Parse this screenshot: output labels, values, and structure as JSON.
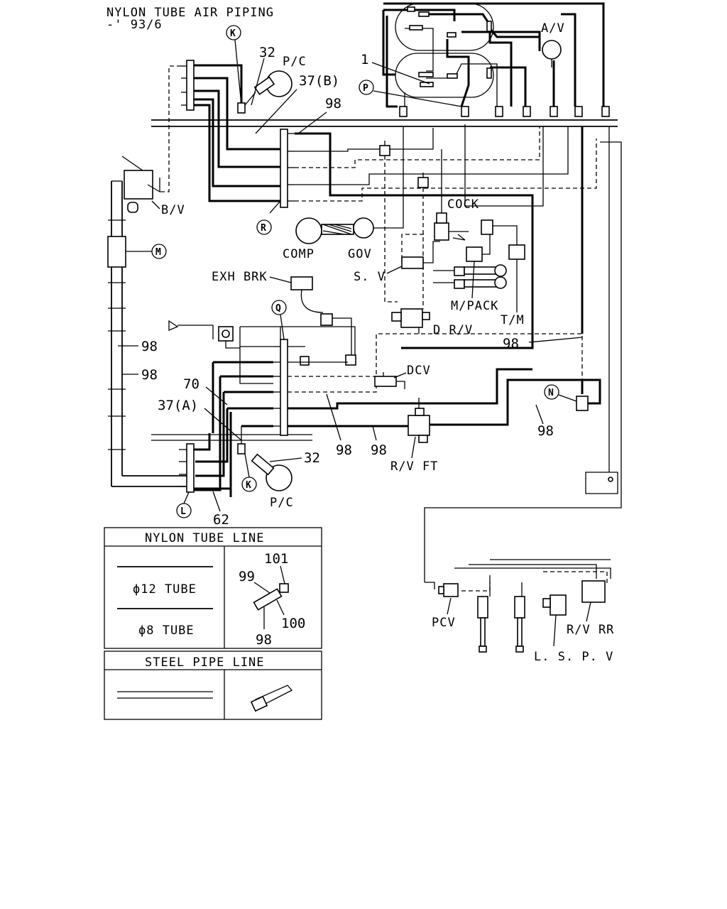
{
  "title": {
    "line1": "NYLON TUBE AIR PIPING",
    "line2": "-' 93/6"
  },
  "components": {
    "av": "A/V",
    "pc_top": "P/C",
    "pc_bottom": "P/C",
    "bv": "B/V",
    "cock": "COCK",
    "comp": "COMP",
    "gov": "GOV",
    "sv": "S. V",
    "exh_brk": "EXH BRK",
    "mpack": "M/PACK",
    "tm": "T/M",
    "drv": "D R/V",
    "dcv": "DCV",
    "rv_ft": "R/V FT",
    "pcv": "PCV",
    "rv_rr": "R/V RR",
    "lspv": "L. S. P. V"
  },
  "callouts": {
    "k_top": "K",
    "k_bottom": "K",
    "p": "P",
    "r": "R",
    "m": "M",
    "q": "Q",
    "n": "N",
    "l": "L"
  },
  "part_numbers": {
    "n32_top": "32",
    "n37b": "37(B)",
    "n98_top": "98",
    "n1": "1",
    "n98_left1": "98",
    "n98_left2": "98",
    "n70": "70",
    "n37a": "37(A)",
    "n32_bottom": "32",
    "n62": "62",
    "n98_a": "98",
    "n98_b": "98",
    "n98_right": "98",
    "n98_mid": "98"
  },
  "legend": {
    "nylon_header": "NYLON TUBE LINE",
    "tube12": "ϕ12 TUBE",
    "tube8": "ϕ8 TUBE",
    "fitting_numbers": [
      "101",
      "99",
      "100",
      "98"
    ],
    "steel_header": "STEEL PIPE LINE"
  }
}
